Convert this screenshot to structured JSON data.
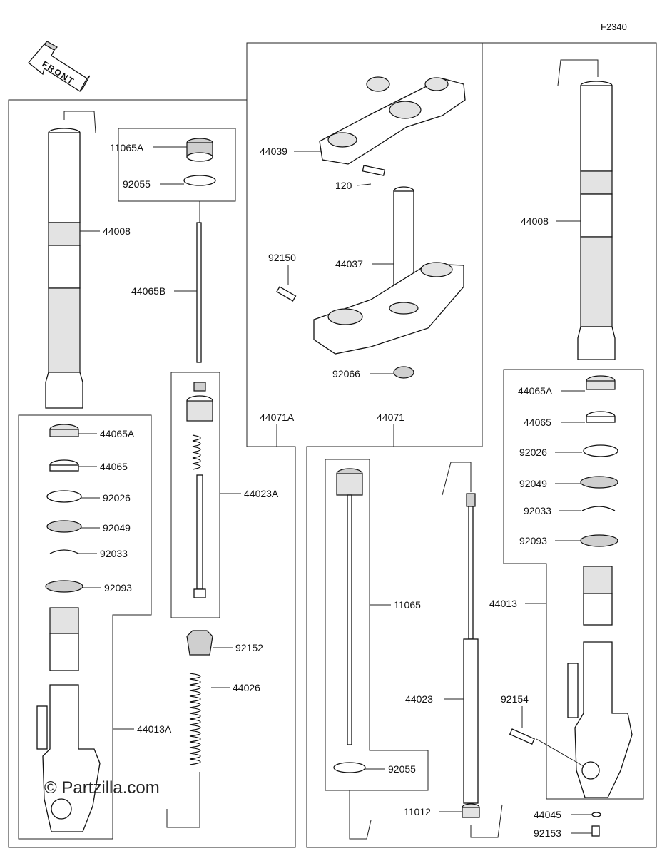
{
  "diagram_code": "F2340",
  "front_arrow": "FRONT",
  "watermark": "© Partzilla.com",
  "labels": {
    "l11065A": "11065A",
    "l92055a": "92055",
    "l44008a": "44008",
    "l44065B": "44065B",
    "l44065A_a": "44065A",
    "l44065_a": "44065",
    "l92026_a": "92026",
    "l92049_a": "92049",
    "l92033_a": "92033",
    "l92093_a": "92093",
    "l44013A": "44013A",
    "l44023A": "44023A",
    "l92152": "92152",
    "l44026": "44026",
    "l44071A": "44071A",
    "l44039": "44039",
    "l120": "120",
    "l92150": "92150",
    "l44037": "44037",
    "l92066": "92066",
    "l44071": "44071",
    "l11065": "11065",
    "l44023": "44023",
    "l92055b": "92055",
    "l11012": "11012",
    "l44008b": "44008",
    "l44065A_b": "44065A",
    "l44065_b": "44065",
    "l92026_b": "92026",
    "l92049_b": "92049",
    "l92033_b": "92033",
    "l92093_b": "92093",
    "l44013": "44013",
    "l92154": "92154",
    "l44045": "44045",
    "l92153": "92153"
  }
}
